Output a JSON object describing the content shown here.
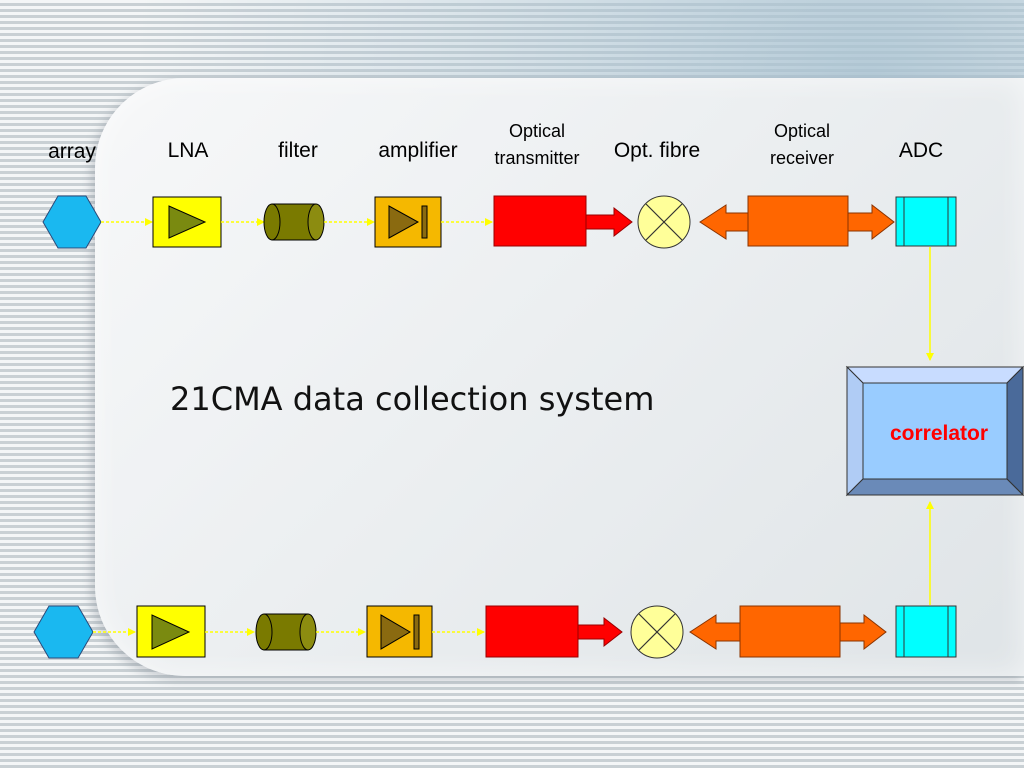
{
  "diagram": {
    "title": "21CMA data collection system",
    "labels": {
      "array": "array",
      "lna": "LNA",
      "filter": "filter",
      "amplifier": "amplifier",
      "optical_transmitter_line1": "Optical",
      "optical_transmitter_line2": "transmitter",
      "opt_fibre": "Opt. fibre",
      "optical_receiver_line1": "Optical",
      "optical_receiver_line2": "receiver",
      "adc": "ADC"
    },
    "correlator": "correlator",
    "colors": {
      "array": "#1ab8f0",
      "lna": "#ffff00",
      "filter": "#7a7a00",
      "amplifier": "#f5b800",
      "optical_transmitter": "#ff0000",
      "opt_fibre": "#ffff99",
      "optical_receiver": "#ff6600",
      "adc": "#00ffff",
      "correlator": "#99ccff",
      "correlator_text": "#ff0000",
      "signal_arrow": "#ffff00"
    }
  }
}
